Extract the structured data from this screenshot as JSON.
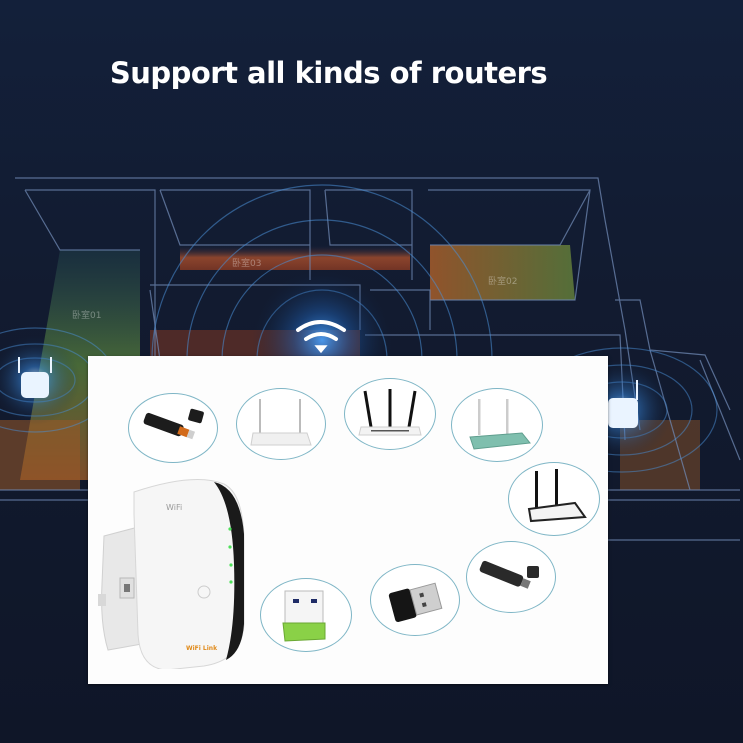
{
  "headline": "Support all kinds of routers",
  "floorplan": {
    "rooms": [
      {
        "label": "卧室01"
      },
      {
        "label": "卧室03"
      },
      {
        "label": "卧室02"
      }
    ],
    "center_icon": "wifi-icon",
    "side_devices": [
      "repeater-icon-left",
      "repeater-icon-right"
    ]
  },
  "panel": {
    "main_device": {
      "name": "wifi-repeater",
      "top_label": "WiFi",
      "brand_label": "WiFi Link"
    },
    "compatible_devices": [
      {
        "type": "usb-3g-dongle"
      },
      {
        "type": "router-2-antenna-white"
      },
      {
        "type": "router-3-antenna-black"
      },
      {
        "type": "router-2-antenna-teal"
      },
      {
        "type": "router-2-antenna-stand"
      },
      {
        "type": "usb-dongle-black"
      },
      {
        "type": "usb-nano-adapter-black"
      },
      {
        "type": "usb-nano-adapter-green"
      }
    ]
  },
  "colors": {
    "background": "#121b30",
    "headline": "#ffffff",
    "bubble_border": "#7fb6c6",
    "glow_blue": "#3a8ee8",
    "room_orange": "#b3522c",
    "room_green": "#5f8a3c"
  }
}
